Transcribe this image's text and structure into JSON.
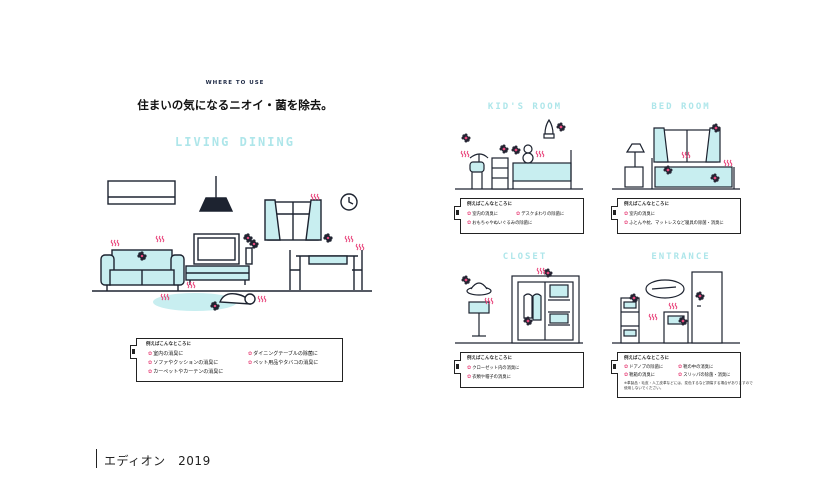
{
  "header": {
    "kicker": "WHERE TO USE",
    "headline": "住まいの気になるニオイ・菌を除去。"
  },
  "rooms": {
    "living": {
      "title": "LIVING DINING",
      "card_head": "例えばこんなところに",
      "items_left": [
        "室内の消臭に",
        "ソファやクッションの消臭に",
        "カーペットやカーテンの消臭に"
      ],
      "items_right": [
        "ダイニングテーブルの除菌に",
        "ペット用品やタバコの消臭に"
      ]
    },
    "kids": {
      "title": "KID'S ROOM",
      "card_head": "例えばこんなところに",
      "items_left": [
        "室内の消臭に",
        "おもちゃやぬいぐるみの除菌に"
      ],
      "items_right": [
        "デスクまわりの除菌に"
      ]
    },
    "bed": {
      "title": "BED ROOM",
      "card_head": "例えばこんなところに",
      "items": [
        "室内の消臭に",
        "ふとんや枕、マットレスなど寝具の除菌・消臭に"
      ]
    },
    "closet": {
      "title": "CLOSET",
      "card_head": "例えばこんなところに",
      "items": [
        "クローゼット内の消臭に",
        "衣類や帽子の消臭に"
      ]
    },
    "entrance": {
      "title": "ENTRANCE",
      "card_head": "例えばこんなところに",
      "items_left": [
        "ドアノブの除菌に",
        "靴箱の消臭に"
      ],
      "items_right": [
        "靴の中の消臭に",
        "スリッパの除菌・消臭に"
      ],
      "note_line1": "※革製品・毛皮・人工皮革などには、変色するなど損傷する場合がありますので",
      "note_line2": "使用しないでください。"
    }
  },
  "footer": {
    "text": "エディオン　2019"
  },
  "colors": {
    "accent_mint": "#aee6ea",
    "furniture_fill": "#c8eef0",
    "stink_pink": "#e94a7f",
    "line": "#1d2330"
  }
}
